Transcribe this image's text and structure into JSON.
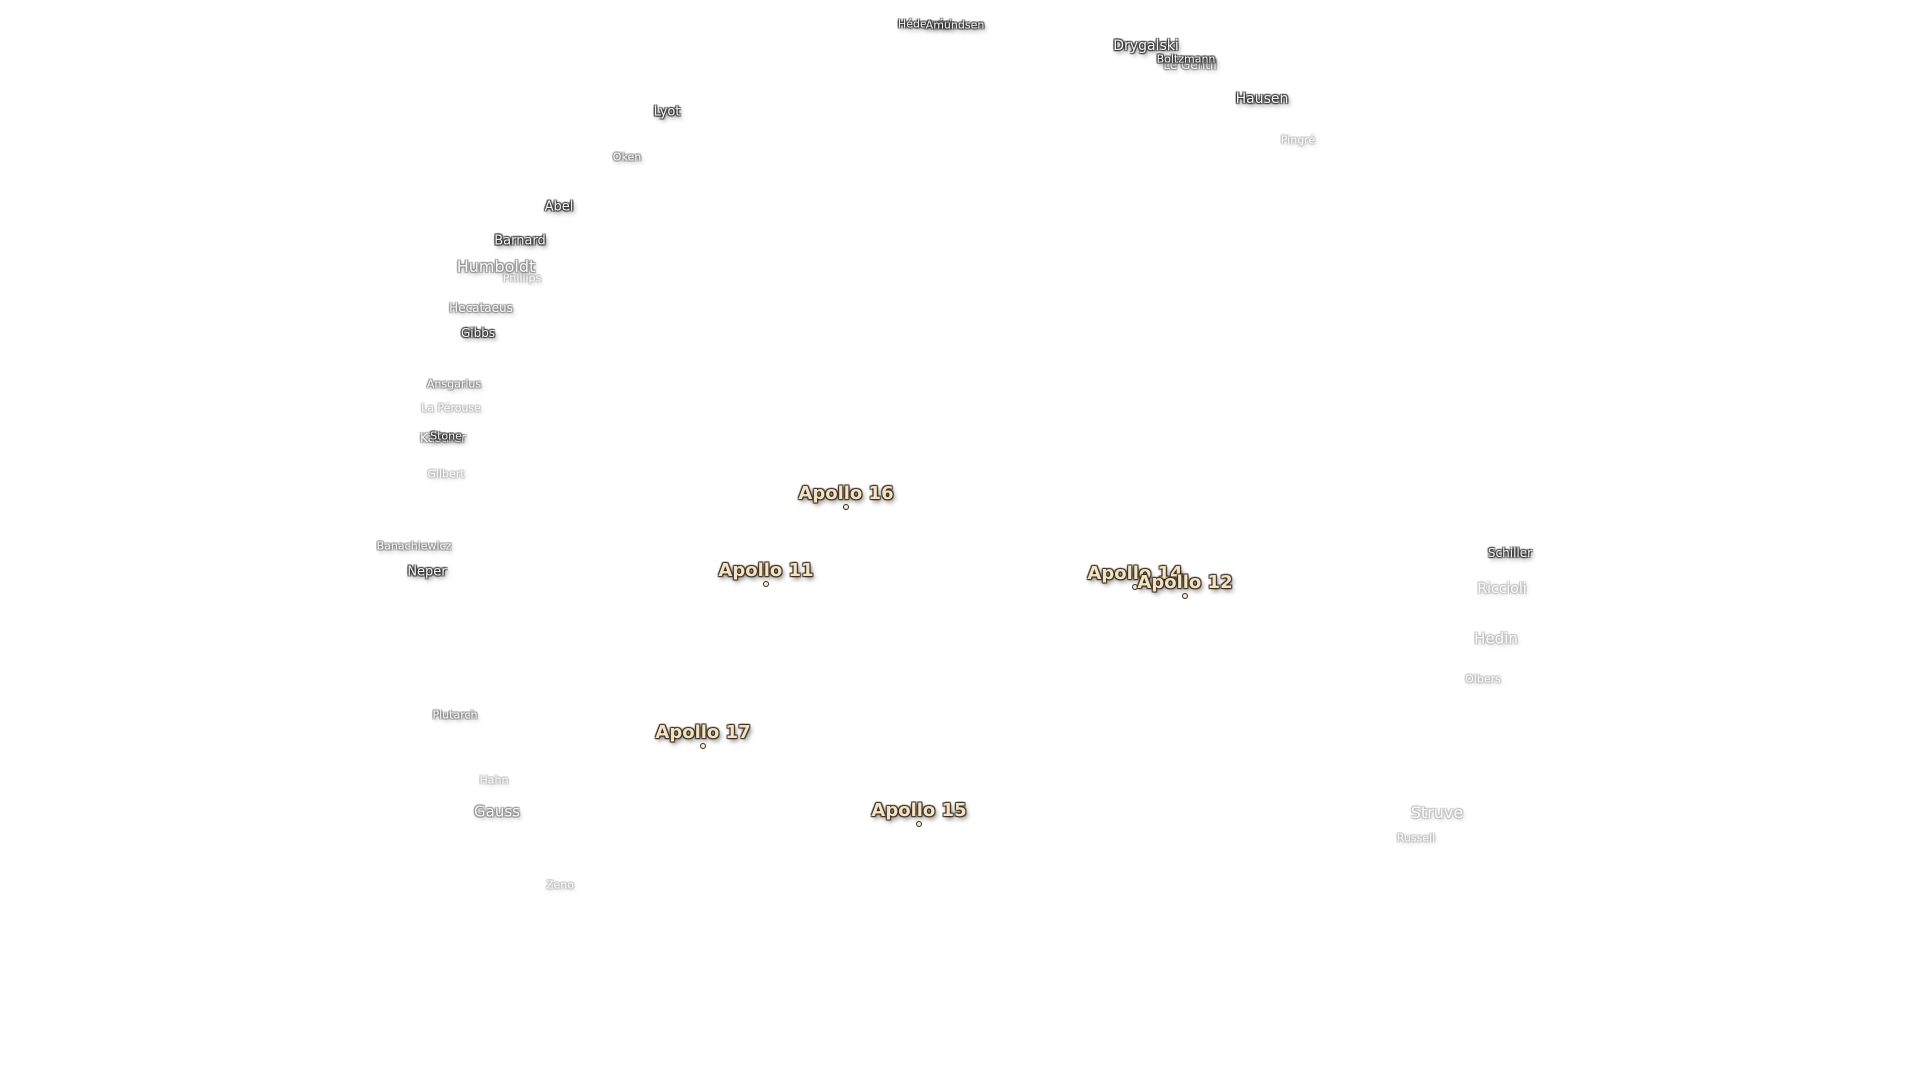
{
  "apollo_sites": [
    "Apollo 16",
    "Apollo 11",
    "Apollo 14",
    "Apollo 12",
    "Apollo 17",
    "Apollo 15"
  ],
  "craters": [
    "Hédervári",
    "Amundsen",
    "Drygalski",
    "Le Gentil",
    "Boltzmann",
    "Hausen",
    "Pingré",
    "Lyot",
    "Oken",
    "Abel",
    "Barnard",
    "Humboldt",
    "Phillips",
    "Hecataeus",
    "Gibbs",
    "Ansgarius",
    "La Pérouse",
    "Kästner",
    "Stone",
    "Gilbert",
    "Banachiewicz",
    "Neper",
    "Schiller",
    "Riccioli",
    "Hedin",
    "Olbers",
    "Plutarch",
    "Hahn",
    "Gauss",
    "Struve",
    "Russell",
    "Zeno"
  ]
}
